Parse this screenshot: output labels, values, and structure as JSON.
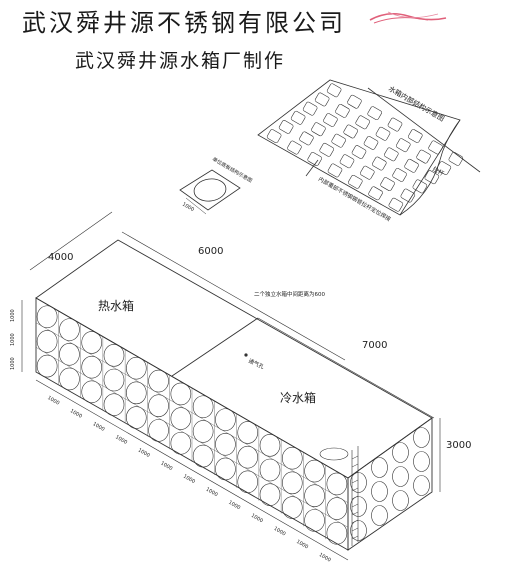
{
  "header": {
    "company": "武汉舜井源不锈钢有限公司",
    "maker": "武汉舜井源水箱厂制作"
  },
  "drawing": {
    "inner_panel_label": "水箱内部结构示意图",
    "pull_rod_label": "拉杆",
    "inner_note": "内部重部不锈钢钢管拉杆定位焊接",
    "small_panel_label": "单位底板结构示意图",
    "small_dim": "1000",
    "dims": {
      "depth_left": "4000",
      "width_hot": "6000",
      "width_cold": "7000",
      "height_right": "3000",
      "left_heights": [
        "1000",
        "1000",
        "1000"
      ]
    },
    "gap_note": "二个独立水箱中间距离为600",
    "hot_tank": "热水箱",
    "cold_tank": "冷水箱",
    "vent_label": "通气孔",
    "bottom_dims": [
      "1000",
      "1000",
      "1000",
      "1000",
      "1000",
      "1000",
      "1000",
      "1000",
      "1000",
      "1000",
      "1000",
      "1000",
      "1000"
    ]
  }
}
